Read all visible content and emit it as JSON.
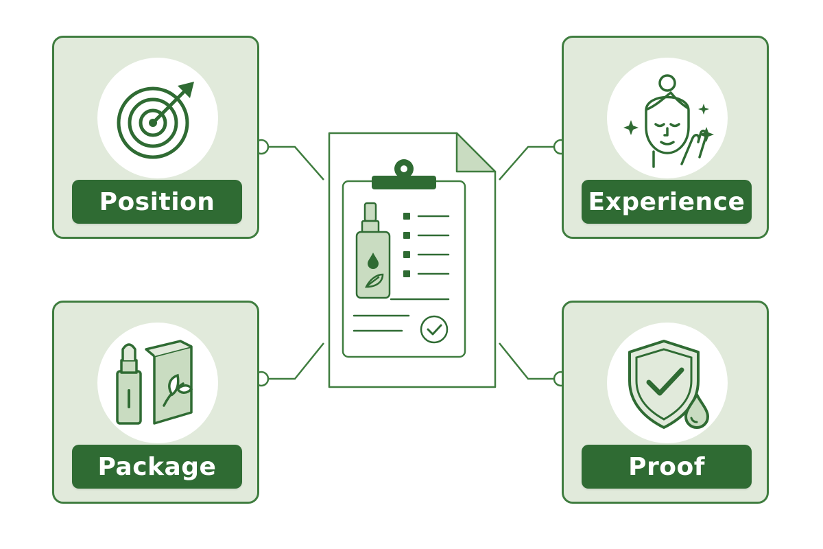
{
  "colors": {
    "accent": "#2f6b33",
    "outline": "#3f7d3f",
    "card_fill": "#e1eadb",
    "icon_fill": "#c9dcc1",
    "background": "#ffffff"
  },
  "cards": [
    {
      "id": "position",
      "label": "Position",
      "icon": "target-arrow-icon"
    },
    {
      "id": "experience",
      "label": "Experience",
      "icon": "face-skincare-icon"
    },
    {
      "id": "package",
      "label": "Package",
      "icon": "dropper-bottle-box-icon"
    },
    {
      "id": "proof",
      "label": "Proof",
      "icon": "shield-check-drop-icon"
    }
  ],
  "center": {
    "icon": "clipboard-checklist-icon"
  }
}
